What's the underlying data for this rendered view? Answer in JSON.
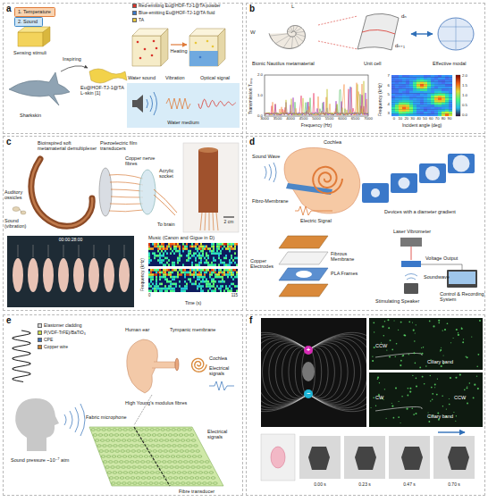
{
  "diagram": {
    "nodes": [
      {
        "text": [
          "a"
        ]
      },
      {
        "text": [
          "1. Temperature"
        ],
        "in": 0
      },
      {
        "text": [
          "2. Sound"
        ],
        "in": 0
      },
      {
        "text": [
          "b"
        ]
      },
      {
        "text": [
          "c"
        ]
      },
      {
        "text": [
          "d"
        ]
      },
      {
        "text": [
          "e"
        ]
      },
      {
        "text": [
          "f"
        ]
      }
    ],
    "labels": [
      "Sensing stimuli",
      "Inspiring",
      "Sharkskin",
      "Eu@HOF-TJ-1@TA L-skin [1]",
      "Heating",
      "Water sound",
      "Vibration",
      "Optical signal",
      "Water medium",
      "L",
      "W",
      "dₙ",
      "dₙ₊₁",
      "Bionic Nautilus metamaterial",
      "Unit cell",
      "Effective modal",
      "Transmission Tₐₘₚ",
      "Frequency (Hz)",
      "3000",
      "3500",
      "4000",
      "4500",
      "5000",
      "5500",
      "6000",
      "6500",
      "7000",
      "0.0",
      "1.0",
      "2.0",
      "Frequency (kHz)",
      "Incident angle (deg)",
      "0",
      "10",
      "20",
      "30",
      "40",
      "50",
      "60",
      "70",
      "80",
      "90",
      "3",
      "4",
      "5",
      "6",
      "7",
      "2.0",
      "1.5",
      "1.0",
      "0.5",
      "0.0",
      "Bioinspired soft metamaterial demultiplexer",
      "Piezoelectric film transducers",
      "Copper nerve fibres",
      "Acrylic socket",
      "Auditory ossicles",
      "Sound (vibration)",
      "To brain",
      "2 cm",
      "00:00:28:00",
      "Music (Canon and Gigue in D)",
      "Frequency (kHz)",
      "Time (s)",
      "0",
      "115",
      "Sound Wave",
      "Cochlea",
      "Fibro-Membrane",
      "Electric Signal",
      "Devices with a diameter gradient",
      "Copper Electrodes",
      "Fibrous Membrane",
      "PLA Frames",
      "Laser Vibrometer",
      "Voltage Output",
      "Soundwave",
      "Stimulating Speaker",
      "Control & Recording System",
      "Sound pressure ~10⁻⁷ atm",
      "Human ear",
      "Tympanic membrane",
      "Cochlea",
      "Electrical signals",
      "High Young's modulus fibres",
      "Fabric microphone",
      "Electrical signals",
      "Fibre transducer",
      "+",
      "−",
      "CCW",
      "Ciliary band",
      "CW",
      "CCW",
      "Ciliary band",
      "0.00 s",
      "0.23 s",
      "0.47 s",
      "0.70 s"
    ],
    "legend": [
      {
        "text": "Red-emitting Eu@HOF-TJ-1@TA powder",
        "color": "#d9342b"
      },
      {
        "text": "Blue-emitting Eu@HOF-TJ-1@TA fluid",
        "color": "#3a78c9"
      },
      {
        "text": "TA",
        "color": "#e8c73a"
      },
      {
        "text": "Elastomer cladding",
        "color": "#d8d8d8"
      },
      {
        "text": "P(VDF-TrFE)/BaTiO₃",
        "color": "#c9d84a"
      },
      {
        "text": "CPE",
        "color": "#3b6fb6"
      },
      {
        "text": "Copper wire",
        "color": "#c9802f"
      }
    ]
  }
}
